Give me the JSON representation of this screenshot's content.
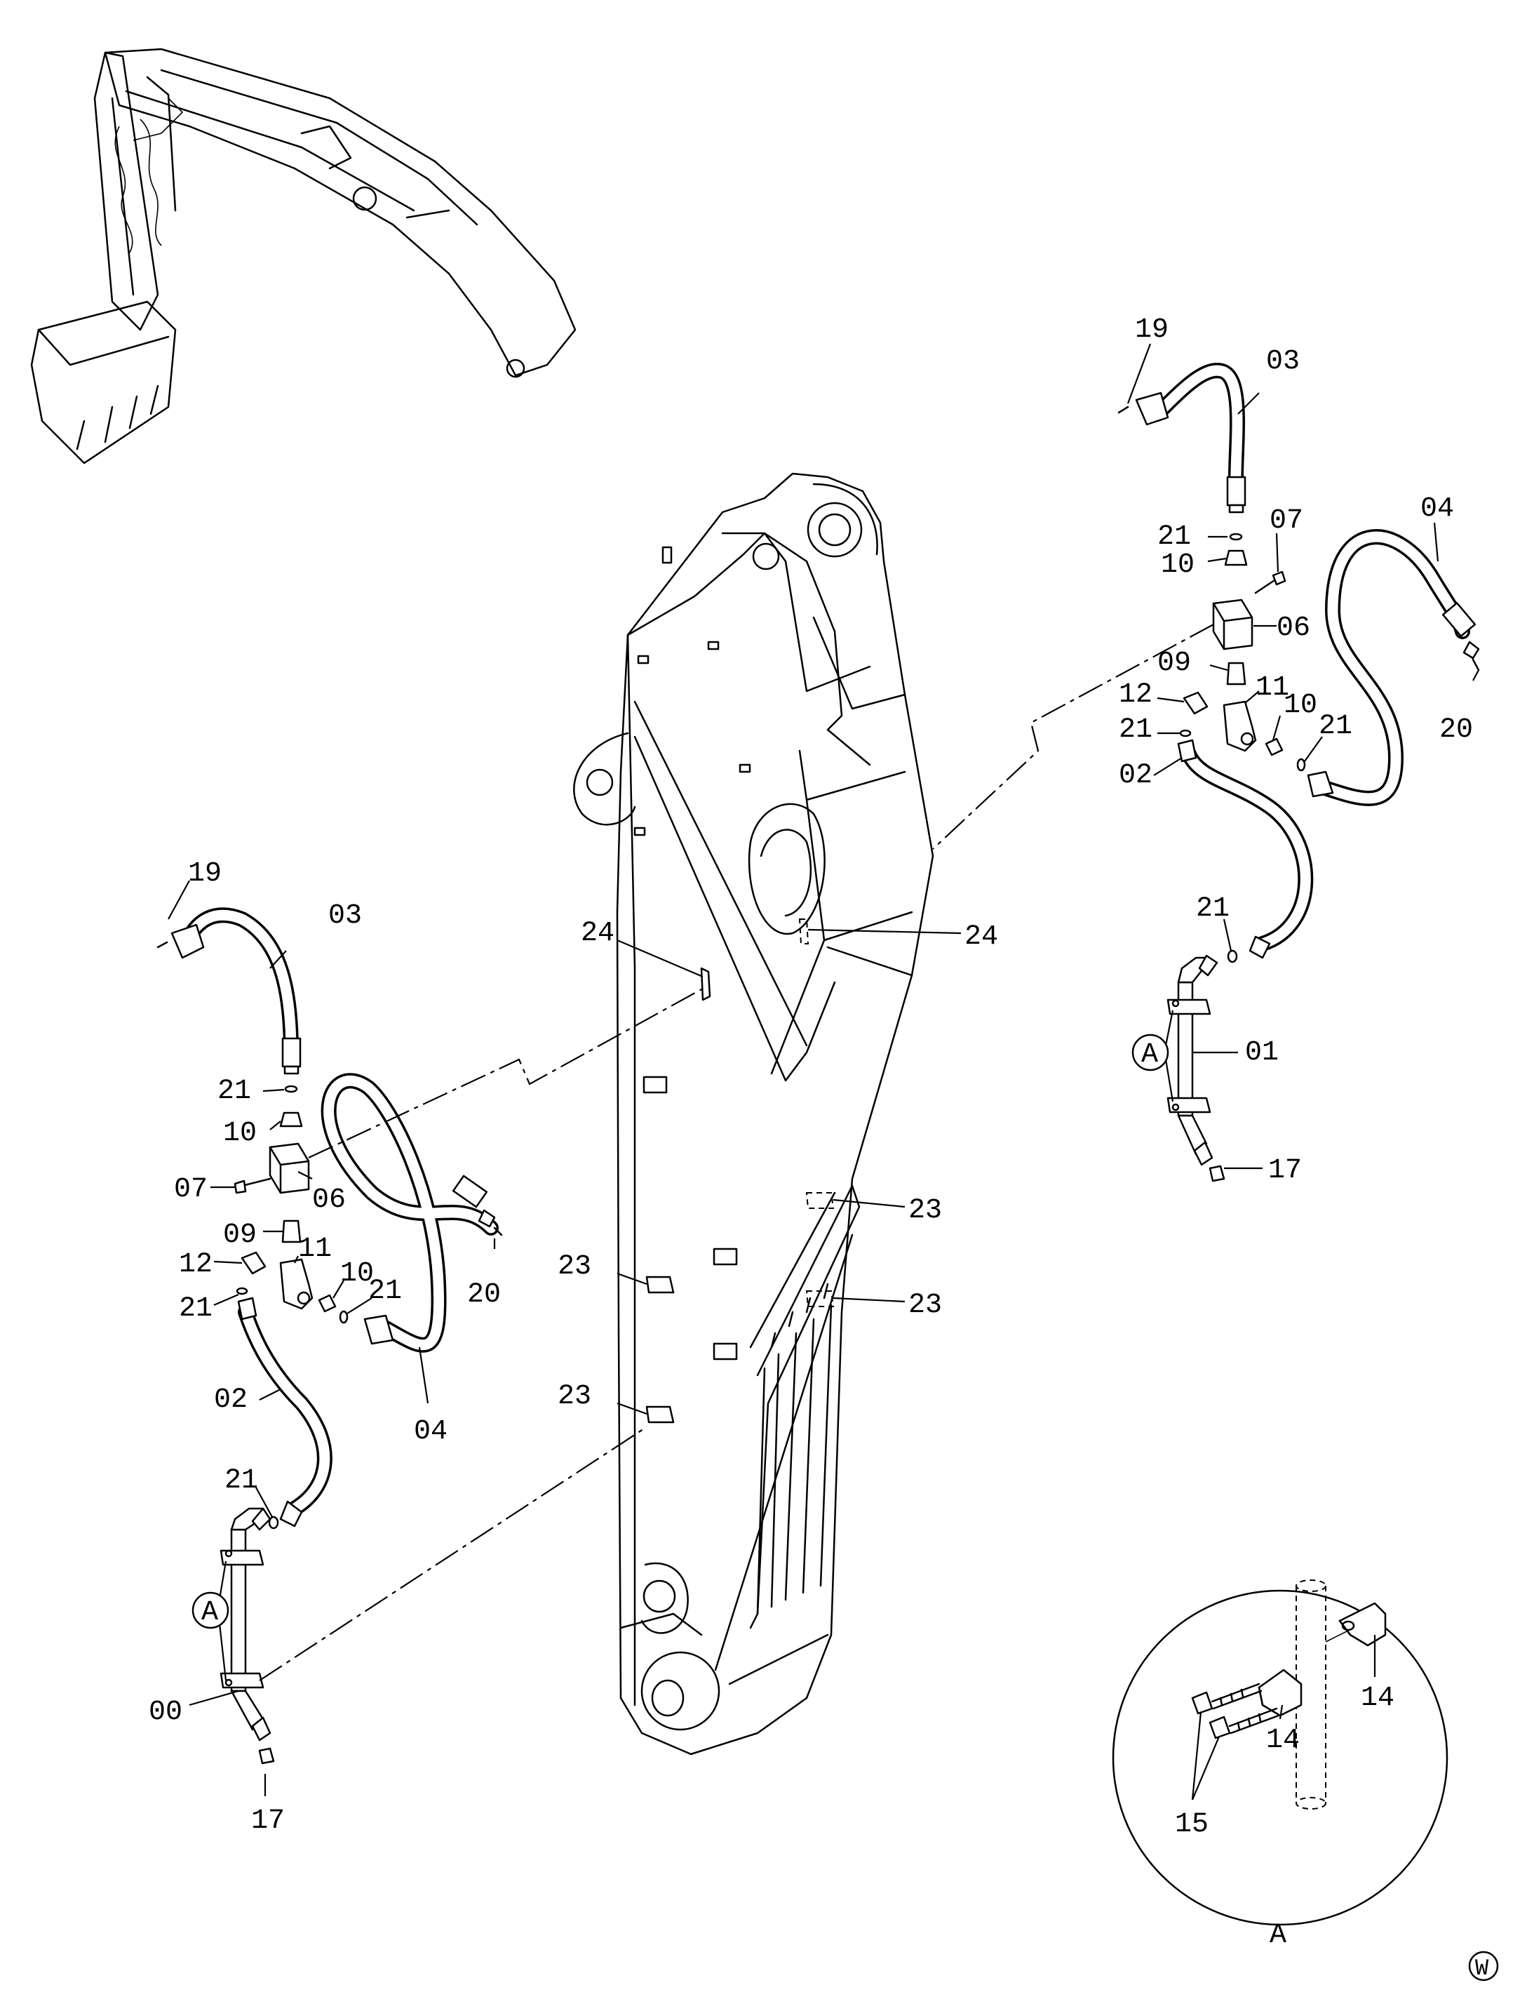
{
  "labels": {
    "part_00": "00",
    "part_01": "01",
    "part_02": "02",
    "part_03": "03",
    "part_04": "04",
    "part_06": "06",
    "part_07": "07",
    "part_09": "09",
    "part_10": "10",
    "part_11": "11",
    "part_12": "12",
    "part_14": "14",
    "part_15": "15",
    "part_17": "17",
    "part_19": "19",
    "part_20": "20",
    "part_21": "21",
    "part_23": "23",
    "part_24": "24",
    "detail_ref": "A",
    "detail_title": "A",
    "corner_mark": "W"
  }
}
